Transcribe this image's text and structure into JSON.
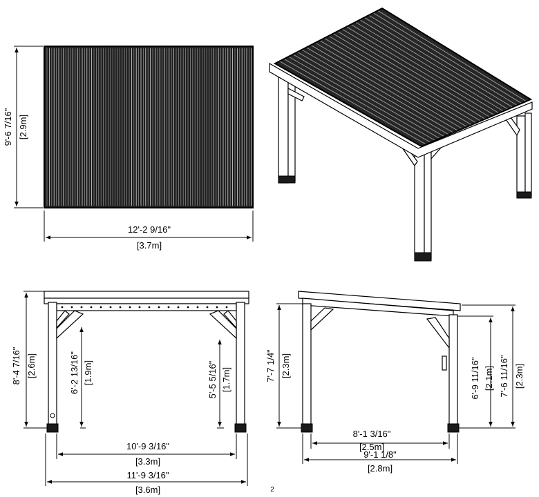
{
  "top_view": {
    "height_imperial": "9'-6 7/16\"",
    "height_metric": "[2.9m]",
    "width_imperial": "12'-2 9/16\"",
    "width_metric": "[3.7m]"
  },
  "front_view": {
    "total_height_imperial": "8'-4 7/16\"",
    "total_height_metric": "[2.6m]",
    "inner_height_left_imperial": "6'-2 13/16\"",
    "inner_height_left_metric": "[1.9m]",
    "inner_height_right_imperial": "5'-5 5/16\"",
    "inner_height_right_metric": "[1.7m]",
    "inner_width_imperial": "10'-9 3/16\"",
    "inner_width_metric": "[3.3m]",
    "outer_width_imperial": "11'-9 3/16\"",
    "outer_width_metric": "[3.6m]"
  },
  "side_view": {
    "left_height_imperial": "7'-7 1/4\"",
    "left_height_metric": "[2.3m]",
    "inner_height_imperial": "6'-9 11/16\"",
    "inner_height_metric": "[2.1m]",
    "right_height_imperial": "7'-6 11/16\"",
    "right_height_metric": "[2.3m]",
    "inner_depth_imperial": "8'-1 3/16\"",
    "inner_depth_metric": "[2.5m]",
    "outer_depth_imperial": "9'-1 1/8\"",
    "outer_depth_metric": "[2.8m]"
  },
  "page_number": "2"
}
